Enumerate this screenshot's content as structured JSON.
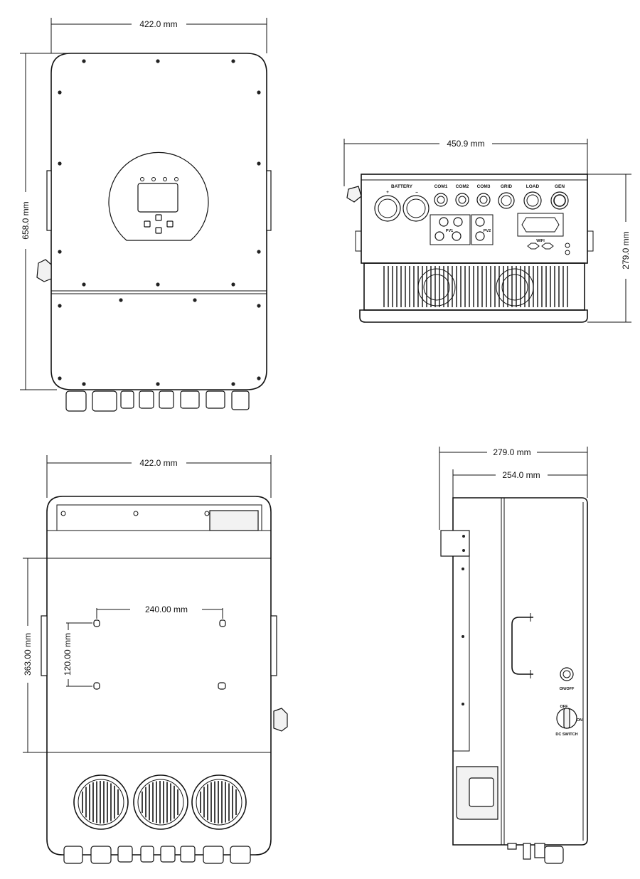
{
  "views": {
    "front": {
      "width_dim": "422.0 mm",
      "height_dim": "658.0 mm"
    },
    "bottom": {
      "width_dim": "450.9 mm",
      "depth_dim": "279.0 mm",
      "labels": {
        "battery": "BATTERY",
        "plus": "+",
        "minus": "–",
        "com1": "COM1",
        "com2": "COM2",
        "com3": "COM3",
        "grid": "GRID",
        "load": "LOAD",
        "gen": "GEN",
        "pv1": "PV1",
        "pv2": "PV2",
        "wifi": "WIFI"
      }
    },
    "back": {
      "width_dim": "422.0 mm",
      "height_dim": "363.00 mm",
      "hole_h_dim": "240.00 mm",
      "hole_v_dim": "120.00 mm"
    },
    "side": {
      "total_depth_dim": "279.0 mm",
      "body_depth_dim": "254.0 mm",
      "on_off": "ON/OFF",
      "off": "OFF",
      "on": "ON",
      "dc_switch": "DC SWITCH"
    }
  },
  "colors": {
    "line": "#111111",
    "background": "#ffffff"
  }
}
